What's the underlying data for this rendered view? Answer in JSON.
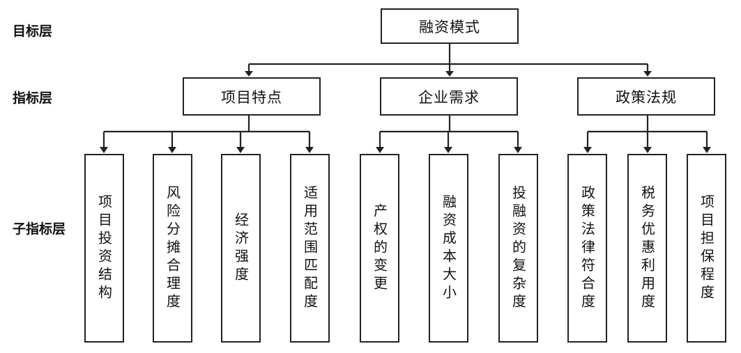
{
  "levels": {
    "target": "目标层",
    "indicator": "指标层",
    "sub_indicator": "子指标层"
  },
  "root": "融资模式",
  "indicators": [
    "项目特点",
    "企业需求",
    "政策法规"
  ],
  "sub_indicators": [
    "项目投资结构",
    "风险分摊合理度",
    "经济强度",
    "适用范围匹配度",
    "产权的变更",
    "融资成本大小",
    "投融资的复杂度",
    "政策法律符合度",
    "税务优惠利用度",
    "项目担保程度"
  ]
}
